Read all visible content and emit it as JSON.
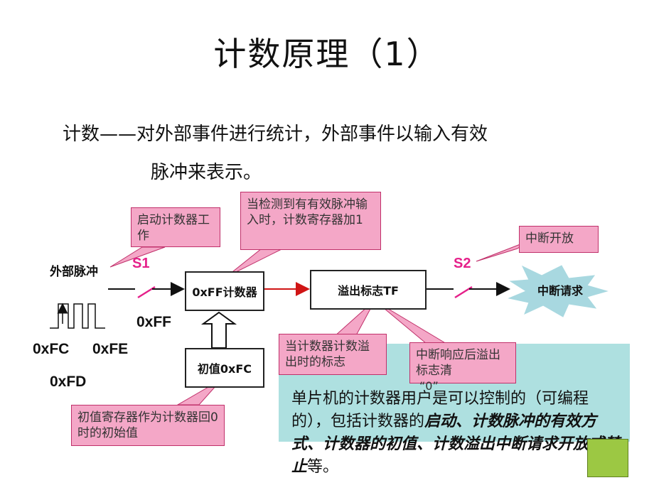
{
  "title": "计数原理（1）",
  "intro": {
    "line1": "计数——对外部事件进行统计，外部事件以输入有效",
    "line2": "脉冲来表示。"
  },
  "diagram": {
    "input_label": "外部脉冲",
    "switch1": "S1",
    "switch2": "S2",
    "counter_box": "0xFF计数器",
    "initial_box": "初值0xFC",
    "overflow_box": "溢出标志TF",
    "interrupt_star": "中断请求",
    "hex_values": [
      "0xFF",
      "0xFC",
      "0xFE",
      "0xFD"
    ],
    "callouts": {
      "start": "启动计数器工作",
      "detect": "当检测到有有效脉冲输入时，计数寄存器加1",
      "interrupt_open": "中断开放",
      "overflow_flag": "当计数器计数溢出时的标志",
      "clear_flag": "中断响应后溢出标志清",
      "clear_flag_tail": "“0”",
      "initial_value": "初值寄存器作为计数器回0时的初始值"
    }
  },
  "note": {
    "plain1": "单片机的计数器用户是可以控制的（可编程的），包括计数器的",
    "em1": "启动、计数脉冲的有效方式、计数器的初值、计数溢出中断请求开放或禁止",
    "plain2": "等。"
  },
  "colors": {
    "callout_fill": "#f4a7c7",
    "note_fill": "#aee0e0",
    "switch_color": "#e5208a",
    "corner_fill": "#9cc843"
  }
}
